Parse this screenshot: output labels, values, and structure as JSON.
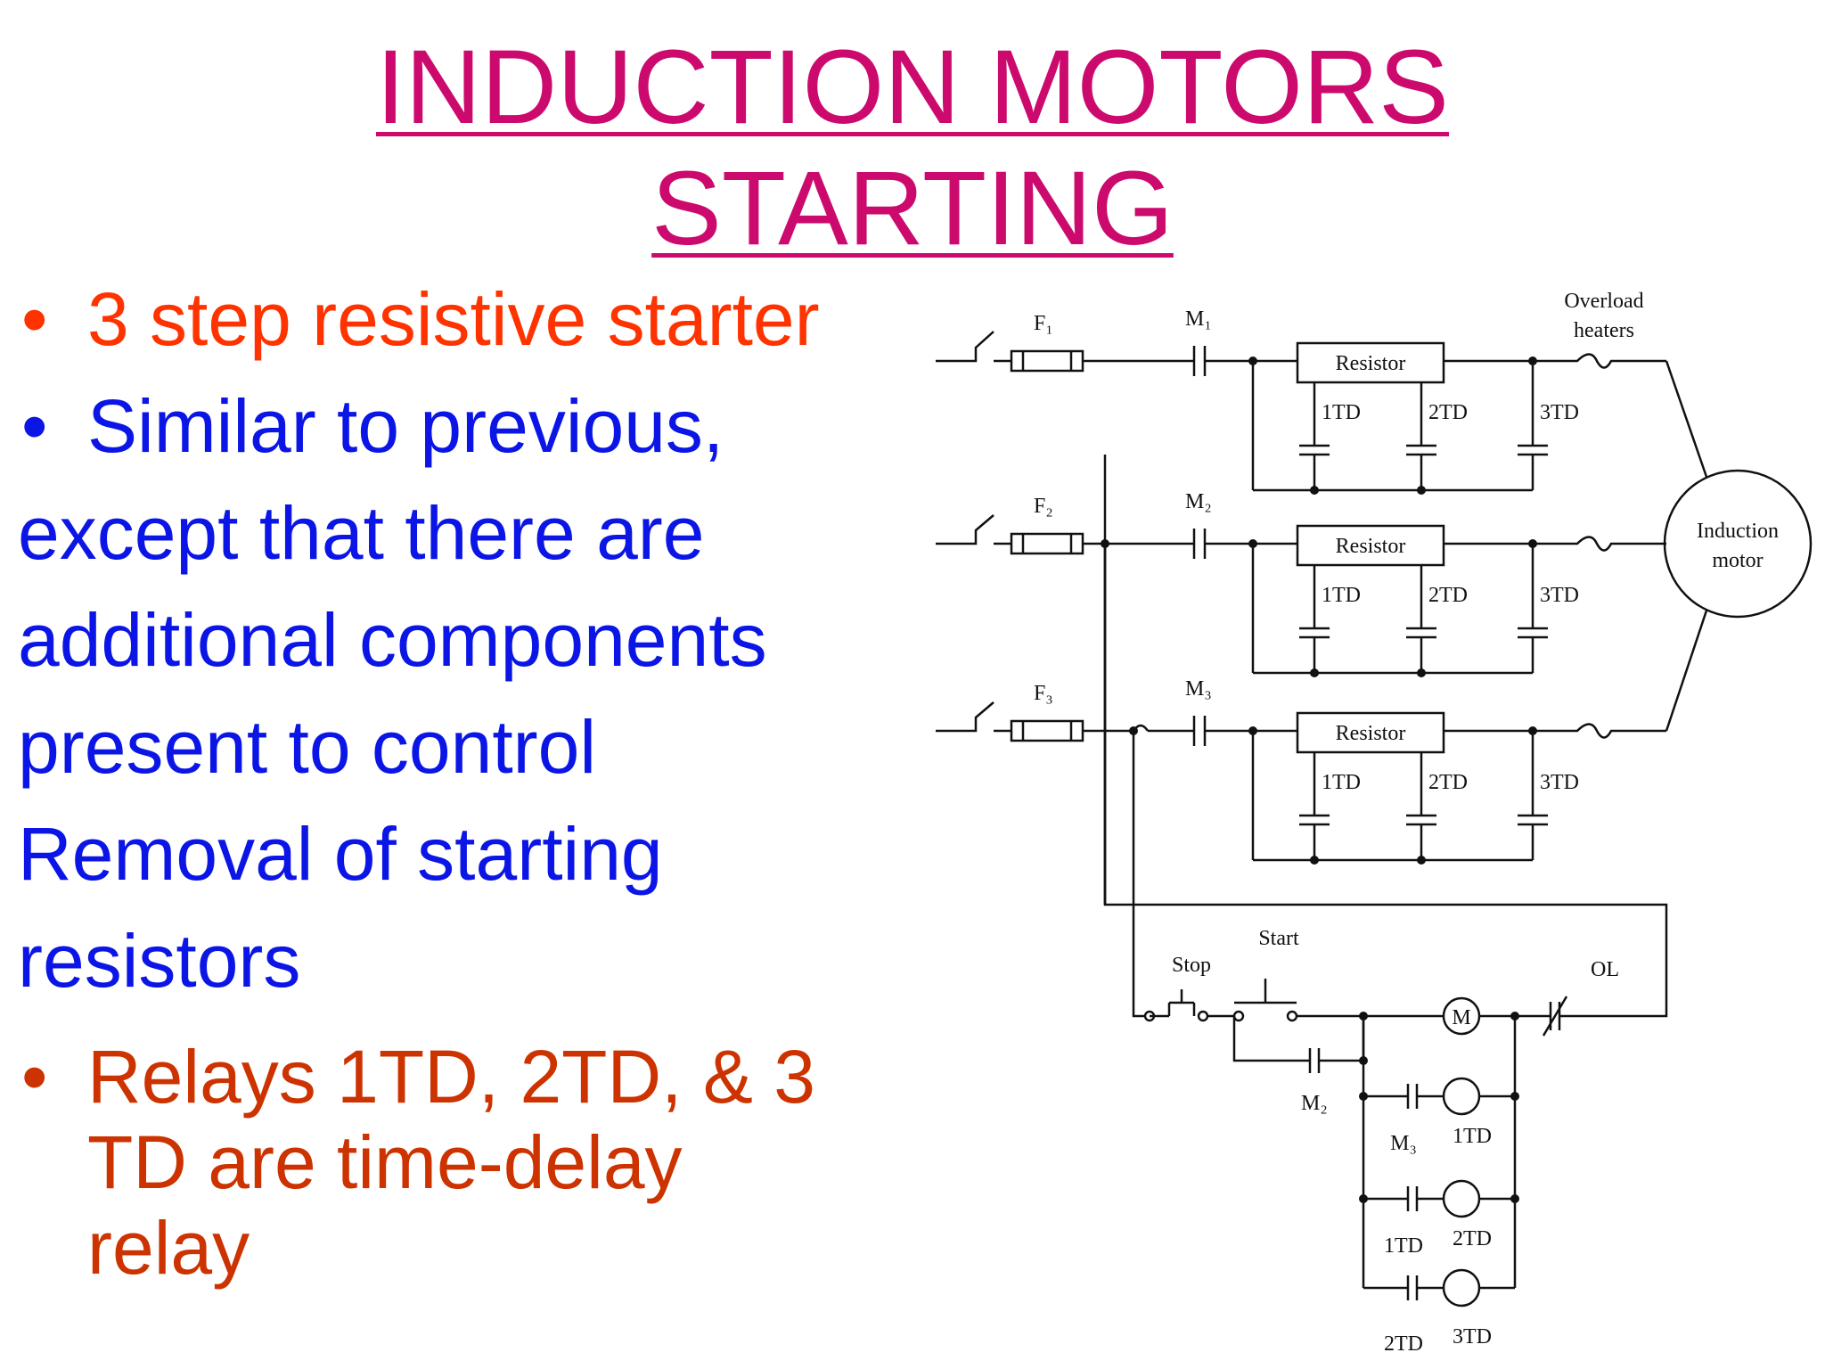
{
  "title": {
    "line1": "INDUCTION MOTORS",
    "line2": "STARTING"
  },
  "bullets": {
    "b1": "3 step resistive starter",
    "b2_lines": [
      "Similar to previous,",
      "except that there are",
      "additional  components",
      "present to control",
      "Removal of starting",
      "resistors"
    ],
    "b3_lines": [
      "Relays 1TD, 2TD, & 3",
      "TD are time-delay",
      "relay"
    ],
    "bullet_char": "•"
  },
  "diagram": {
    "fuses": [
      "F₁",
      "F₂",
      "F₃"
    ],
    "contacts": [
      "M₁",
      "M₂",
      "M₃"
    ],
    "resistor_label": "Resistor",
    "td_contacts": [
      "1TD",
      "2TD",
      "3TD"
    ],
    "overload_label_1": "Overload",
    "overload_label_2": "heaters",
    "motor_label_1": "Induction",
    "motor_label_2": "motor",
    "stop_label": "Stop",
    "start_label": "Start",
    "ol_label": "OL",
    "coil_m": "M",
    "seal_contact": "M₂",
    "rung_contacts": [
      "M₃",
      "1TD",
      "2TD"
    ],
    "rung_coils": [
      "1TD",
      "2TD",
      "3TD"
    ]
  }
}
